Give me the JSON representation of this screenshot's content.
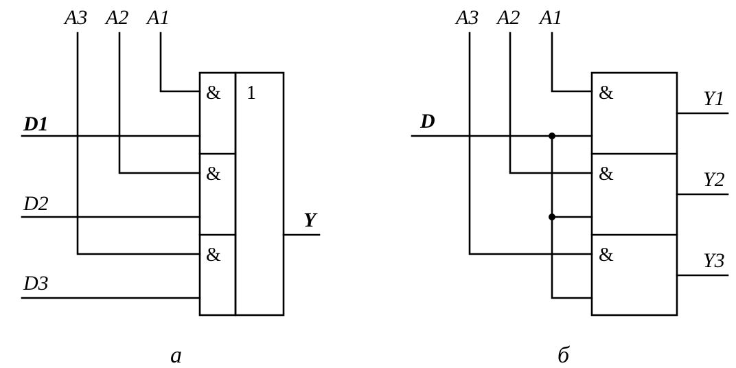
{
  "diagram_a": {
    "address_labels": [
      "A3",
      "A2",
      "A1"
    ],
    "data_labels": [
      "D1",
      "D2",
      "D3"
    ],
    "and_symbol": "&",
    "or_symbol": "1",
    "output_label": "Y",
    "caption": "а"
  },
  "diagram_b": {
    "address_labels": [
      "A3",
      "A2",
      "A1"
    ],
    "data_label": "D",
    "and_symbol": "&",
    "output_labels": [
      "Y1",
      "Y2",
      "Y3"
    ],
    "caption": "б"
  }
}
